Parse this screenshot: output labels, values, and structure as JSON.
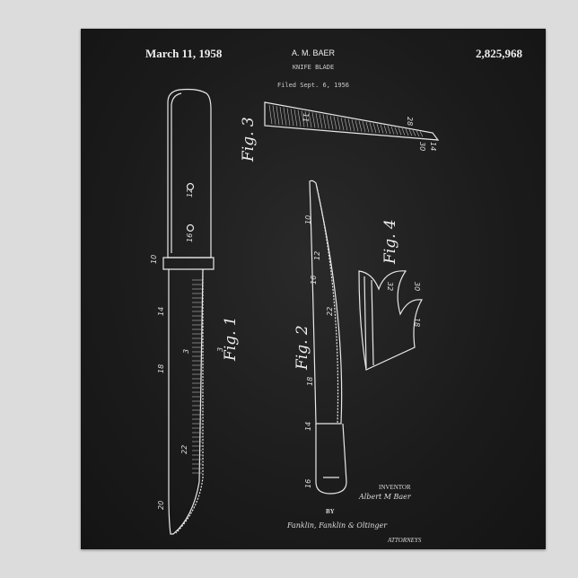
{
  "header": {
    "date": "March 11, 1958",
    "inventor": "A. M. BAER",
    "title": "KNIFE BLADE",
    "filed": "Filed Sept. 6, 1956",
    "patent_number": "2,825,968"
  },
  "figures": {
    "fig1": {
      "label": "Fig. 1",
      "numerals": [
        "12",
        "16",
        "10",
        "14",
        "3",
        "18",
        "22",
        "20",
        "3"
      ]
    },
    "fig2": {
      "label": "Fig. 2",
      "numerals": [
        "10",
        "12",
        "16",
        "22",
        "18",
        "14",
        "16"
      ]
    },
    "fig3": {
      "label": "Fig. 3",
      "numerals": [
        "11",
        "28",
        "30",
        "14"
      ]
    },
    "fig4": {
      "label": "Fig. 4",
      "numerals": [
        "32",
        "30",
        "18"
      ]
    }
  },
  "footer": {
    "inventor_label": "INVENTOR",
    "inventor_signature": "Albert M Baer",
    "by": "BY",
    "attorney_signature": "Fanklin, Fanklin & Oltinger",
    "attorneys_label": "ATTORNEYS"
  },
  "colors": {
    "board": "#1b1b1b",
    "chalk": "#e8e8e8",
    "frame": "#dcdcdc"
  }
}
